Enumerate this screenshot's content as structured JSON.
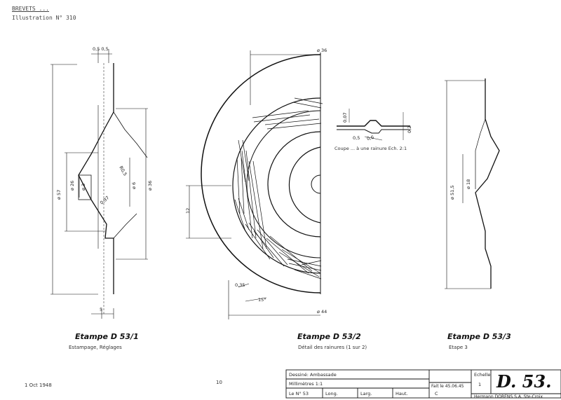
{
  "header": {
    "line1": "BREVETS ...",
    "line2": "Illustration N° 310"
  },
  "view1": {
    "title": "Etampe  D 53/1",
    "subtitle": "Estampage, Réglages",
    "dims": {
      "top": "0,5  0,5",
      "overall": "ø 57",
      "inner1": "ø 26",
      "inner2": "ø 3",
      "r1": "R0,5",
      "r2": "ø 6",
      "r3": "ø 36",
      "r4": "0,97",
      "bottom": "5"
    }
  },
  "view2": {
    "title": "Etampe  D 53/2",
    "subtitle": "Détail des rainures (1 sur 2)",
    "dims": {
      "top": "ø 36",
      "bottom": "ø 44",
      "left": "12",
      "angle": "15°",
      "step": "0,35"
    }
  },
  "section": {
    "caption": "Coupe ... à une rainure Ech. 2:1",
    "dims": {
      "a": "0,07",
      "b": "0,6",
      "c": "0,5",
      "d": "0,2"
    }
  },
  "view3": {
    "title": "Etampe  D 53/3",
    "subtitle": "Etape 3",
    "dims": {
      "overall": "ø 51,5",
      "inner": "ø 18"
    }
  },
  "footer": {
    "date": "1 Oct 1948",
    "mark": "10"
  },
  "title_block": {
    "designed": "Dessiné: Ambassade",
    "scale": "Millimètres 1:1",
    "ref": "Le N° 53",
    "c1": "Long.",
    "c2": "Larg.",
    "c3": "Haut.",
    "date": "Fait le 45.06.45",
    "c4": "C",
    "label": "Echelle",
    "scale_val": "1",
    "number": "D. 53.",
    "company": "Hermann  DORENS S.A.  Ste-Croix"
  }
}
